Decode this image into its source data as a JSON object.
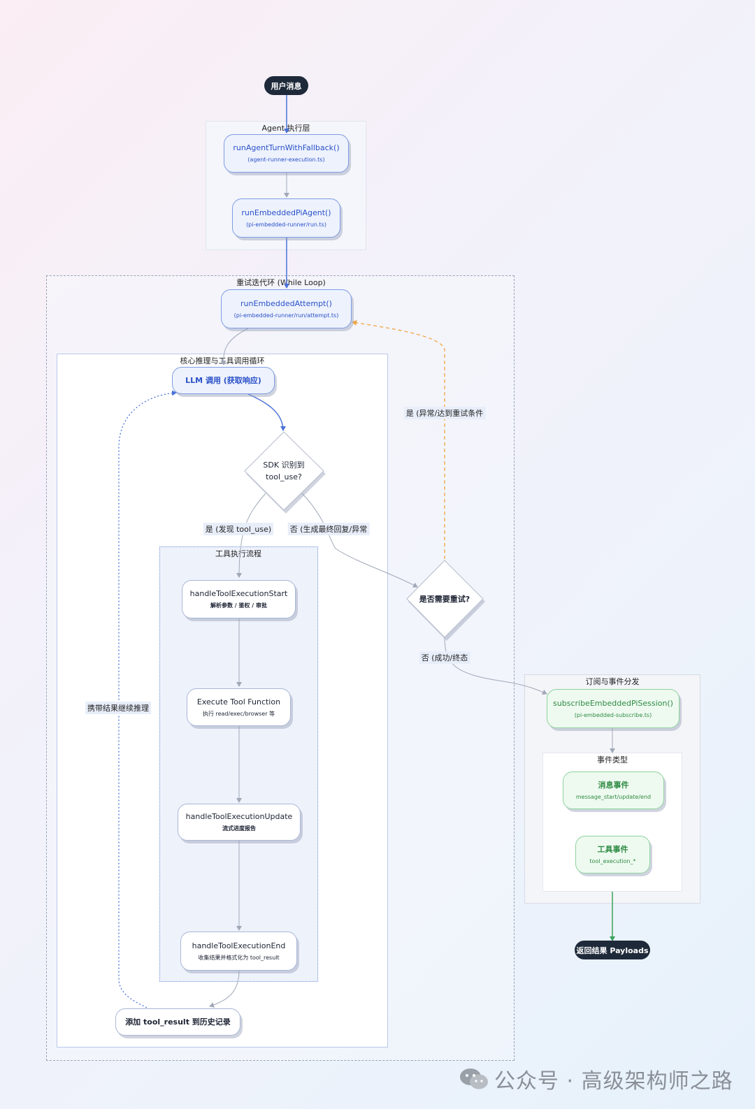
{
  "clusters": {
    "agent": "Agent 执行层",
    "retry": "重试迭代环 (While Loop)",
    "core": "核心推理与工具调用循环",
    "tool": "工具执行流程",
    "sub": "订阅与事件分发",
    "evt": "事件类型"
  },
  "nodes": {
    "start": "用户消息",
    "run_fallback": {
      "title": "runAgentTurnWithFallback()",
      "sub": "(agent-runner-execution.ts)"
    },
    "run_pi": {
      "title": "runEmbeddedPiAgent()",
      "sub": "(pi-embedded-runner/run.ts)"
    },
    "attempt": {
      "title": "runEmbeddedAttempt()",
      "sub": "(pi-embedded-runner/run/attempt.ts)"
    },
    "llm": "LLM 调用 (获取响应)",
    "sdk_q": {
      "line1": "SDK 识别到",
      "line2": "tool_use?"
    },
    "retry_q": "是否需要重试?",
    "t_start": {
      "title": "handleToolExecutionStart",
      "sub": "解析参数 / 鉴权 / 审批"
    },
    "t_exec": {
      "title": "Execute Tool Function",
      "sub": "执行 read/exec/browser 等"
    },
    "t_update": {
      "title": "handleToolExecutionUpdate",
      "sub": "流式进度报告"
    },
    "t_end": {
      "title": "handleToolExecutionEnd",
      "sub": "收集结果并格式化为 tool_result"
    },
    "add_hist": "添加 tool_result 到历史记录",
    "subscribe": {
      "title": "subscribeEmbeddedPiSession()",
      "sub": "(pi-embedded-subscribe.ts)"
    },
    "msg_evt": {
      "title": "消息事件",
      "sub": "message_start/update/end"
    },
    "tool_evt": {
      "title": "工具事件",
      "sub": "tool_execution_*"
    },
    "result": "返回结果 Payloads"
  },
  "edges": {
    "yes_tool": "是 (发现 tool_use)",
    "no_final": "否 (生成最终回复/异常",
    "yes_retry": "是 (异常/达到重试条件",
    "no_done": "否 (成功/终态",
    "carry": "携带结果继续推理"
  },
  "colors": {
    "blue": "#4a72d8",
    "orange": "#f0a540",
    "green": "#3aa35a",
    "gray": "#a0a8b8",
    "dark": "#1e2a3a"
  },
  "watermark": "公众号 · 高级架构师之路"
}
